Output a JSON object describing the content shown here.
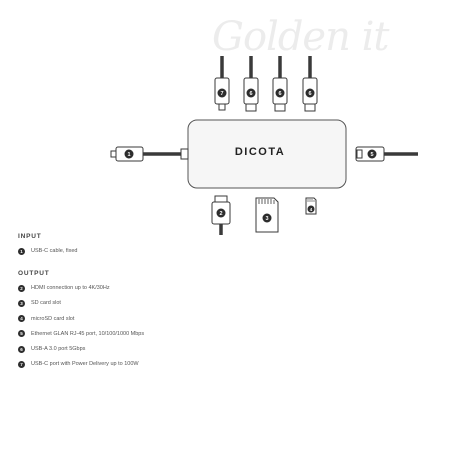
{
  "watermark": "Golden it",
  "hub": {
    "brand": "DICOTA"
  },
  "markers": {
    "usb_c_cable": "1",
    "hdmi": "2",
    "sd_card": "3",
    "microsd": "4",
    "ethernet": "5",
    "usb_a": "6",
    "usb_c_pd": "7"
  },
  "input": {
    "title": "INPUT",
    "items": [
      {
        "num": "1",
        "text": "USB-C cable, fixed"
      }
    ]
  },
  "output": {
    "title": "OUTPUT",
    "items": [
      {
        "num": "2",
        "text": "HDMI connection up to 4K/30Hz"
      },
      {
        "num": "3",
        "text": "SD card slot"
      },
      {
        "num": "4",
        "text": "microSD card slot"
      },
      {
        "num": "5",
        "text": "Ethernet GLAN RJ-45 port, 10/100/1000 Mbps"
      },
      {
        "num": "6",
        "text": "USB-A 3.0 port 5Gbps"
      },
      {
        "num": "7",
        "text": "USB-C port with Power Delivery up to 100W"
      }
    ]
  },
  "colors": {
    "line": "#3a3a3a",
    "marker": "#2d2d2d",
    "hub_fill": "#f6f6f6"
  }
}
